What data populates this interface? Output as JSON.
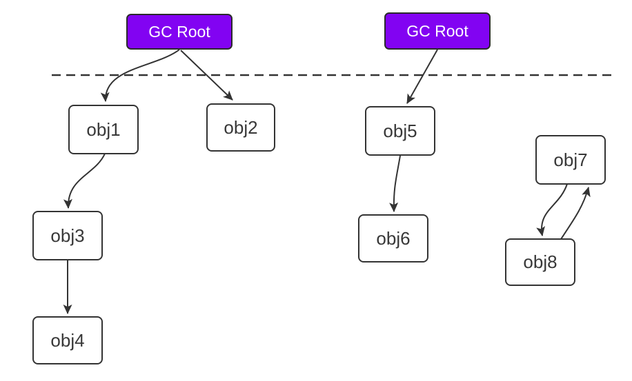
{
  "diagram": {
    "description": "GC Root object reachability diagram",
    "colors": {
      "edge": "#333333",
      "node_border": "#333333",
      "node_fill": "#ffffff",
      "node_text": "#383838",
      "root_fill": "#8203f2",
      "root_border": "#2b2b2b",
      "root_text": "#ffffff",
      "canvas": "#ffffff"
    },
    "nodes": {
      "root1": {
        "label": "GC Root",
        "type": "gc-root"
      },
      "root2": {
        "label": "GC Root",
        "type": "gc-root"
      },
      "obj1": {
        "label": "obj1",
        "type": "object"
      },
      "obj2": {
        "label": "obj2",
        "type": "object"
      },
      "obj3": {
        "label": "obj3",
        "type": "object"
      },
      "obj4": {
        "label": "obj4",
        "type": "object"
      },
      "obj5": {
        "label": "obj5",
        "type": "object"
      },
      "obj6": {
        "label": "obj6",
        "type": "object"
      },
      "obj7": {
        "label": "obj7",
        "type": "object"
      },
      "obj8": {
        "label": "obj8",
        "type": "object"
      }
    },
    "edges": [
      {
        "from": "root1",
        "to": "obj1"
      },
      {
        "from": "root1",
        "to": "obj2"
      },
      {
        "from": "obj1",
        "to": "obj3"
      },
      {
        "from": "obj3",
        "to": "obj4"
      },
      {
        "from": "root2",
        "to": "obj5"
      },
      {
        "from": "obj5",
        "to": "obj6"
      },
      {
        "from": "obj7",
        "to": "obj8"
      },
      {
        "from": "obj8",
        "to": "obj7"
      }
    ],
    "divider": {
      "style": "dashed",
      "orientation": "horizontal"
    }
  }
}
